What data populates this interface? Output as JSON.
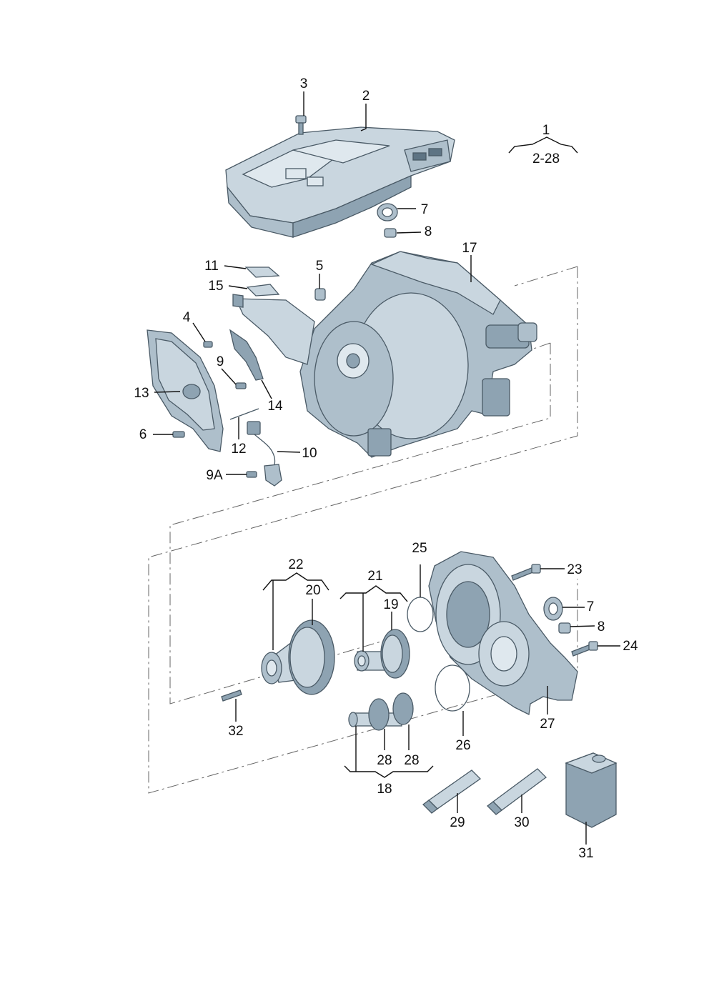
{
  "labels": {
    "p1": "1",
    "p1_range": "2-28",
    "p2": "2",
    "p3": "3",
    "p4": "4",
    "p5": "5",
    "p6": "6",
    "p7a": "7",
    "p7b": "7",
    "p8a": "8",
    "p8b": "8",
    "p9": "9",
    "p9A": "9A",
    "p10": "10",
    "p11": "11",
    "p12": "12",
    "p13": "13",
    "p14": "14",
    "p15": "15",
    "p17": "17",
    "p18": "18",
    "p19": "19",
    "p20": "20",
    "p21": "21",
    "p22": "22",
    "p23": "23",
    "p24": "24",
    "p25": "25",
    "p26": "26",
    "p27": "27",
    "p28a": "28",
    "p28b": "28",
    "p29": "29",
    "p30": "30",
    "p31": "31",
    "p32": "32"
  },
  "colors": {
    "part_light": "#c9d6df",
    "part_mid": "#aebfcb",
    "part_dark": "#8ea3b2",
    "line": "#111111"
  }
}
